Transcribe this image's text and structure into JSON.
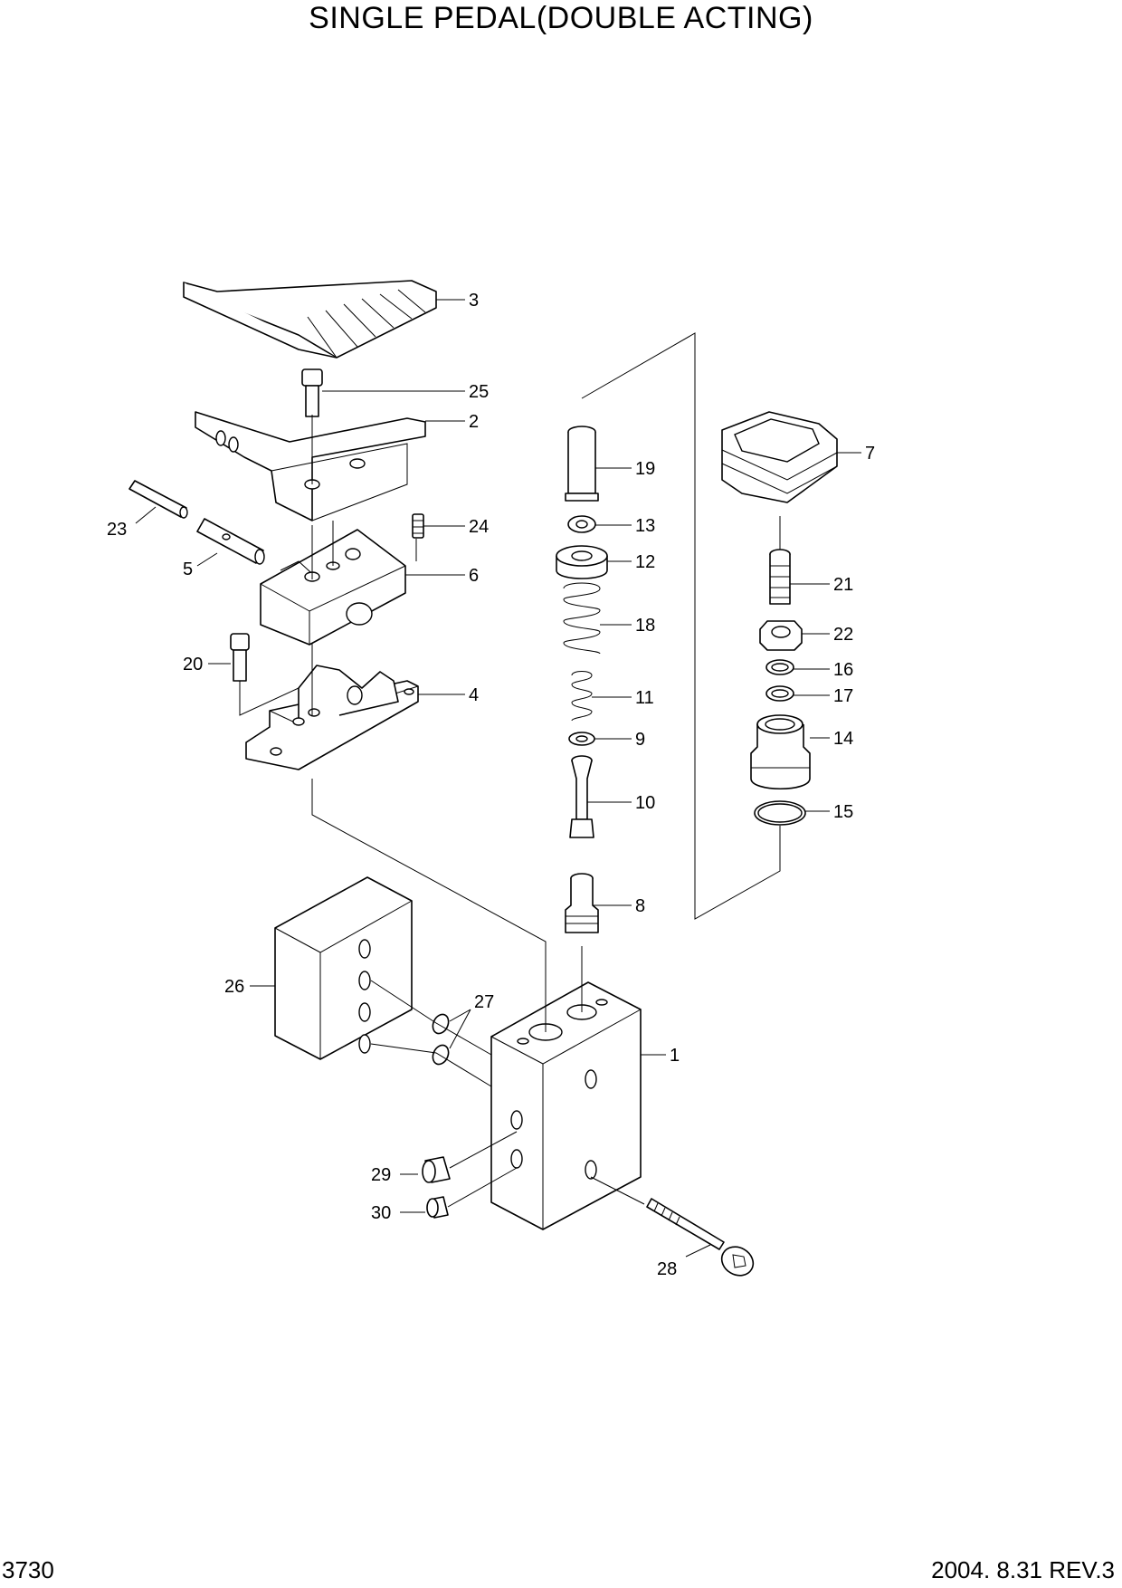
{
  "title": "SINGLE PEDAL(DOUBLE ACTING)",
  "page_number": "3730",
  "revision": "2004. 8.31 REV.3",
  "callouts": [
    "3",
    "25",
    "2",
    "23",
    "24",
    "5",
    "6",
    "20",
    "4",
    "19",
    "13",
    "12",
    "18",
    "11",
    "9",
    "10",
    "8",
    "7",
    "21",
    "22",
    "16",
    "17",
    "14",
    "15",
    "26",
    "27",
    "1",
    "29",
    "30",
    "28"
  ]
}
